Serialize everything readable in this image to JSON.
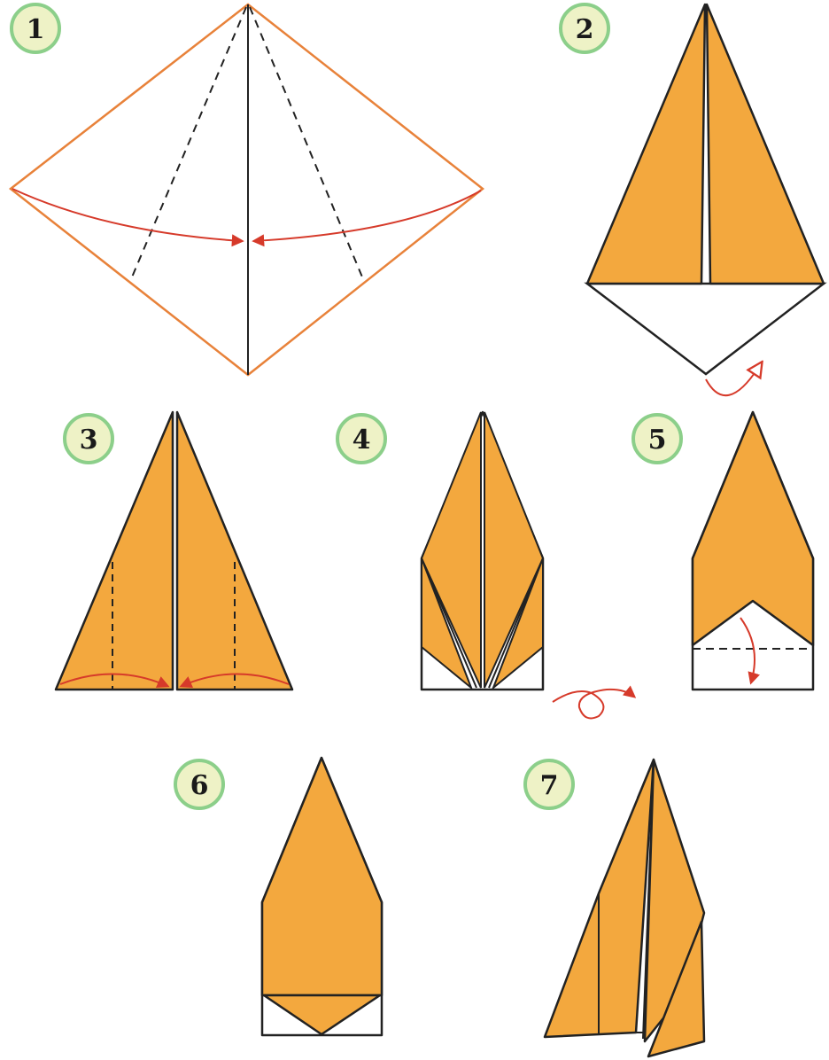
{
  "colors": {
    "paper": "#f3a83e",
    "paper_white": "#ffffff",
    "outline": "#222222",
    "sheet_edge": "#e8823a",
    "arrow": "#d63a2a",
    "badge_fill": "#eef2c6",
    "badge_ring": "#8ccf8a"
  },
  "steps": [
    {
      "number": "1"
    },
    {
      "number": "2"
    },
    {
      "number": "3"
    },
    {
      "number": "4"
    },
    {
      "number": "5"
    },
    {
      "number": "6"
    },
    {
      "number": "7"
    }
  ]
}
